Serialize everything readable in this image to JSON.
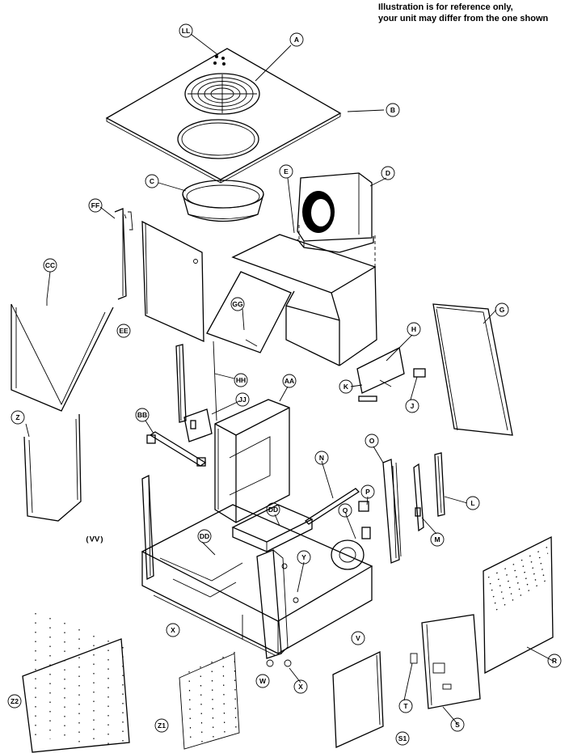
{
  "note": {
    "line1": "Illustration is for reference only,",
    "line2": "your unit may differ from the one shown"
  },
  "callouts": {
    "LL": "LL",
    "A": "A",
    "B": "B",
    "C": "C",
    "D": "D",
    "E": "E",
    "FF": "FF",
    "CC": "CC",
    "EE": "EE",
    "GG": "GG",
    "G": "G",
    "H": "H",
    "K": "K",
    "J": "J",
    "HH": "HH",
    "JJ": "JJ",
    "AA": "AA",
    "BB": "BB",
    "Z": "Z",
    "N": "N",
    "O": "O",
    "P": "P",
    "Q": "Q",
    "L": "L",
    "M": "M",
    "VV": "VV",
    "DD_left": "DD",
    "DD_right": "DD",
    "Y": "Y",
    "X_left": "X",
    "V": "V",
    "R": "R",
    "W": "W",
    "X_bottom": "X",
    "T": "T",
    "S": "S",
    "Z2": "Z2",
    "Z1": "Z1",
    "S1": "S1"
  }
}
